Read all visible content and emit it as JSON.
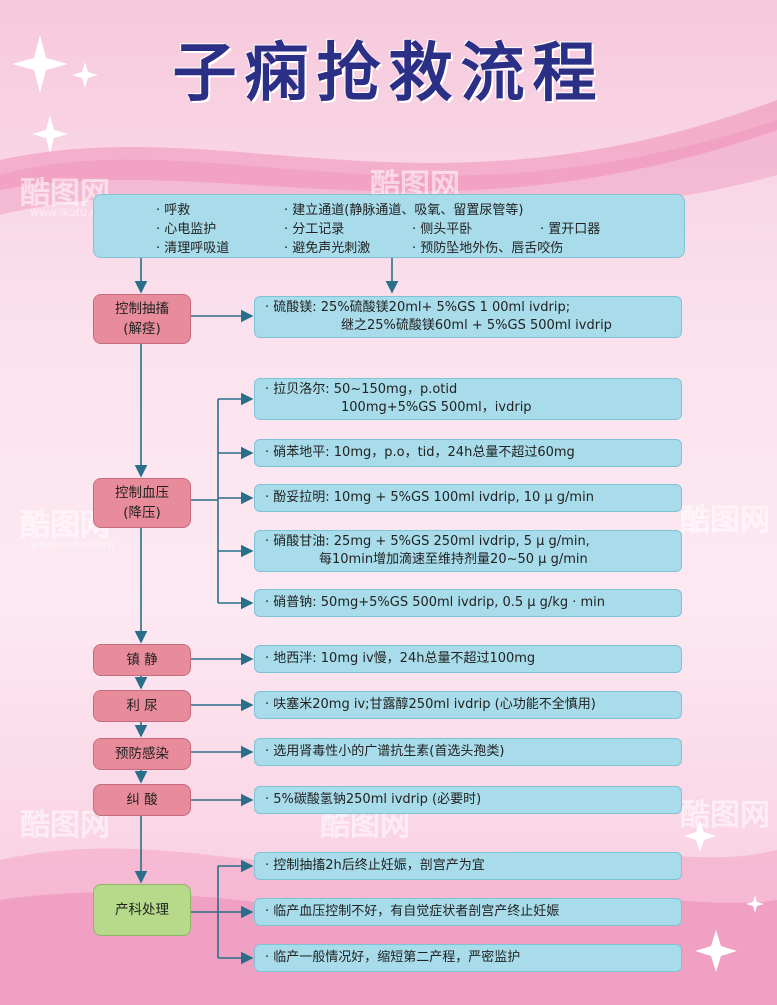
{
  "title": "子痫抢救流程",
  "top_items": [
    "· 呼救",
    "· 建立通道(静脉通道、吸氧、留置尿管等)",
    "· 心电监护",
    "· 分工记录",
    "· 侧头平卧",
    "· 置开口器",
    "· 清理呼吸道",
    "· 避免声光刺激",
    "· 预防坠地外伤、唇舌咬伤"
  ],
  "steps": {
    "seizure": {
      "l1": "控制抽搐",
      "l2": "(解痉)"
    },
    "bp": {
      "l1": "控制血压",
      "l2": "(降压)"
    },
    "sedation": "镇 静",
    "diuresis": "利 尿",
    "infection": "预防感染",
    "acidosis": "纠 酸",
    "obstetric": "产科处理"
  },
  "details": {
    "mgso4": {
      "l1": "· 硫酸镁: 25%硫酸镁20ml+ 5%GS 1 00ml ivdrip;",
      "l2": "继之25%硫酸镁60ml + 5%GS 500ml ivdrip"
    },
    "labetalol": {
      "l1": "· 拉贝洛尔: 50~150mg，p.otid",
      "l2": "100mg+5%GS 500ml，ivdrip"
    },
    "nifedipine": "· 硝苯地平: 10mg，p.o，tid，24h总量不超过60mg",
    "phentolamine": "· 酚妥拉明: 10mg + 5%GS 100ml ivdrip, 10 μ g/min",
    "nitroglycerin": {
      "l1": "· 硝酸甘油: 25mg + 5%GS 250ml ivdrip, 5 μ g/min,",
      "l2": "每10min增加滴速至维持剂量20~50 μ g/min"
    },
    "nitroprusside": "· 硝普钠: 50mg+5%GS 500ml ivdrip, 0.5 μ g/kg · min",
    "diazepam": "· 地西泮: 10mg iv慢，24h总量不超过100mg",
    "furosemide": "· 呋塞米20mg iv;甘露醇250ml ivdrip (心功能不全慎用)",
    "antibiotic": "· 选用肾毒性小的广谱抗生素(首选头孢类)",
    "bicarb": "· 5%碳酸氢钠250ml ivdrip (必要时)",
    "ob1": "· 控制抽搐2h后终止妊娠，剖宫产为宜",
    "ob2": "· 临产血压控制不好，有自觉症状者剖宫产终止妊娠",
    "ob3": "· 临产一般情况好，缩短第二产程，严密监护"
  },
  "watermark": {
    "text": "酷图网",
    "url": "www.ikutu.com"
  },
  "colors": {
    "title": "#2b2f86",
    "step": "#e88c9c",
    "step_green": "#b6d98a",
    "detail": "#a8dcea",
    "line": "#2a6f8a"
  }
}
